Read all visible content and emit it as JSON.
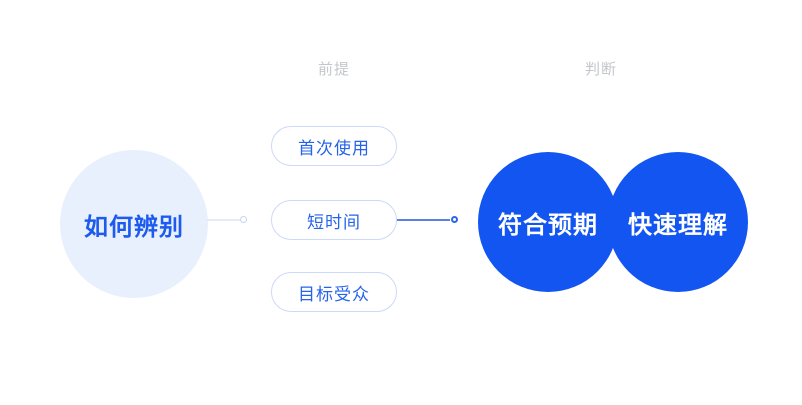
{
  "labels": {
    "premise": "前提",
    "judgment": "判断"
  },
  "source_circle": {
    "label": "如何辨别"
  },
  "premise_pills": [
    "首次使用",
    "短时间",
    "目标受众"
  ],
  "judgment_circles": [
    "符合预期",
    "快速理解"
  ],
  "colors": {
    "accent_blue": "#1355f0",
    "source_bg": "#e9f0fd",
    "source_text": "#1c5bee",
    "pill_border": "#ccd9f8",
    "pill_text": "#2563eb",
    "label_gray": "#c3c6cb",
    "connector_light": "#e4eaf7",
    "connector_light_dot": "#c8d5f2",
    "connector_blue": "#5c80e2",
    "connector_blue_dot": "#2f63e8",
    "circle_text": "#ffffff"
  }
}
